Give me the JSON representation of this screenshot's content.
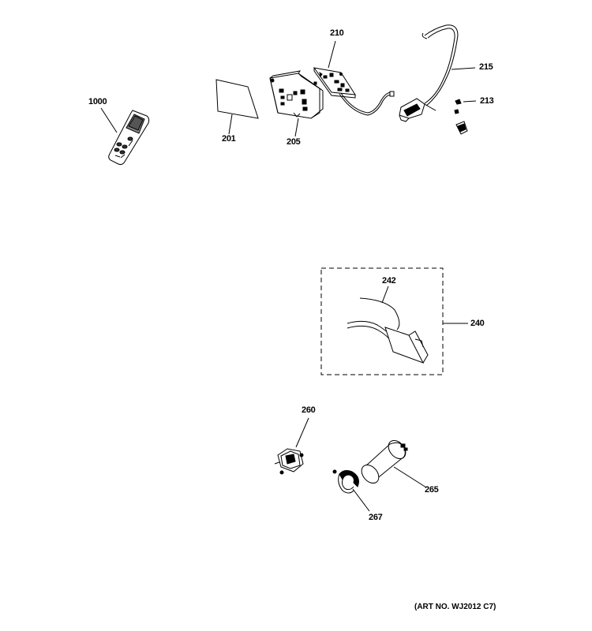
{
  "labels": {
    "p1000": "1000",
    "p201": "201",
    "p205": "205",
    "p210": "210",
    "p213": "213",
    "p215": "215",
    "p240": "240",
    "p242": "242",
    "p260": "260",
    "p265": "265",
    "p267": "267"
  },
  "art_number": "(ART NO. WJ2012 C7)"
}
